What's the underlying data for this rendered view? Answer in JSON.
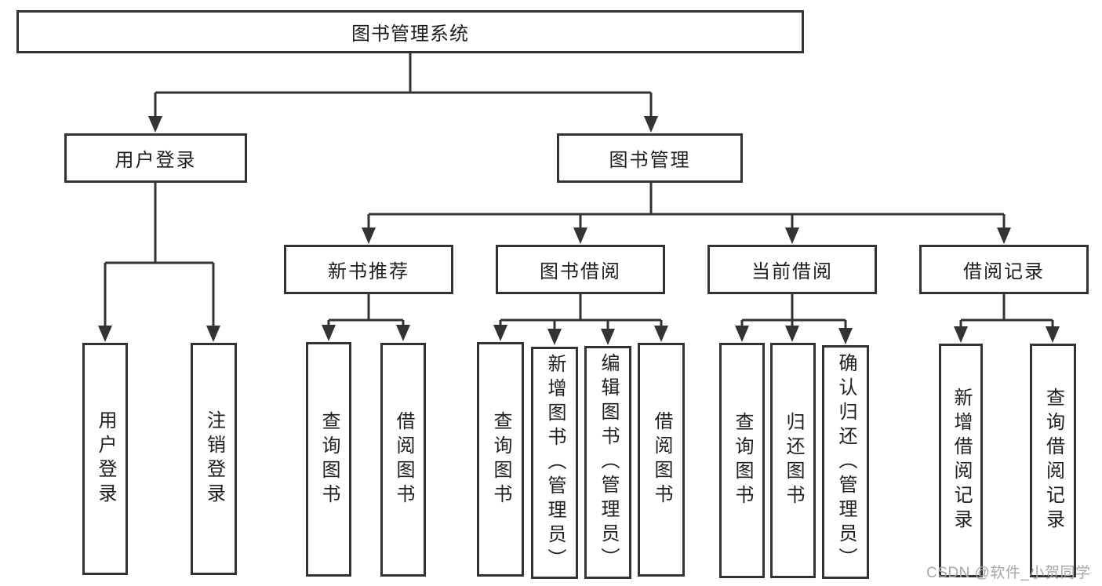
{
  "tree": {
    "label": "图书管理系统",
    "children": [
      {
        "label": "用户登录",
        "children": [
          {
            "label": "用户登录"
          },
          {
            "label": "注销登录"
          }
        ]
      },
      {
        "label": "图书管理",
        "children": [
          {
            "label": "新书推荐",
            "children": [
              {
                "label": "查询图书"
              },
              {
                "label": "借阅图书"
              }
            ]
          },
          {
            "label": "图书借阅",
            "children": [
              {
                "label": "查询图书"
              },
              {
                "label": "新增图书（管理员）"
              },
              {
                "label": "编辑图书（管理员）"
              },
              {
                "label": "借阅图书"
              }
            ]
          },
          {
            "label": "当前借阅",
            "children": [
              {
                "label": "查询图书"
              },
              {
                "label": "归还图书"
              },
              {
                "label": "确认归还（管理员）"
              }
            ]
          },
          {
            "label": "借阅记录",
            "children": [
              {
                "label": "新增借阅记录"
              },
              {
                "label": "查询借阅记录"
              }
            ]
          }
        ]
      }
    ]
  },
  "watermark": {
    "text": "CSDN @软件_小贺同学"
  },
  "colors": {
    "line": "#333333",
    "text": "#1e1e1e",
    "watermark": "#a6a6a6"
  }
}
